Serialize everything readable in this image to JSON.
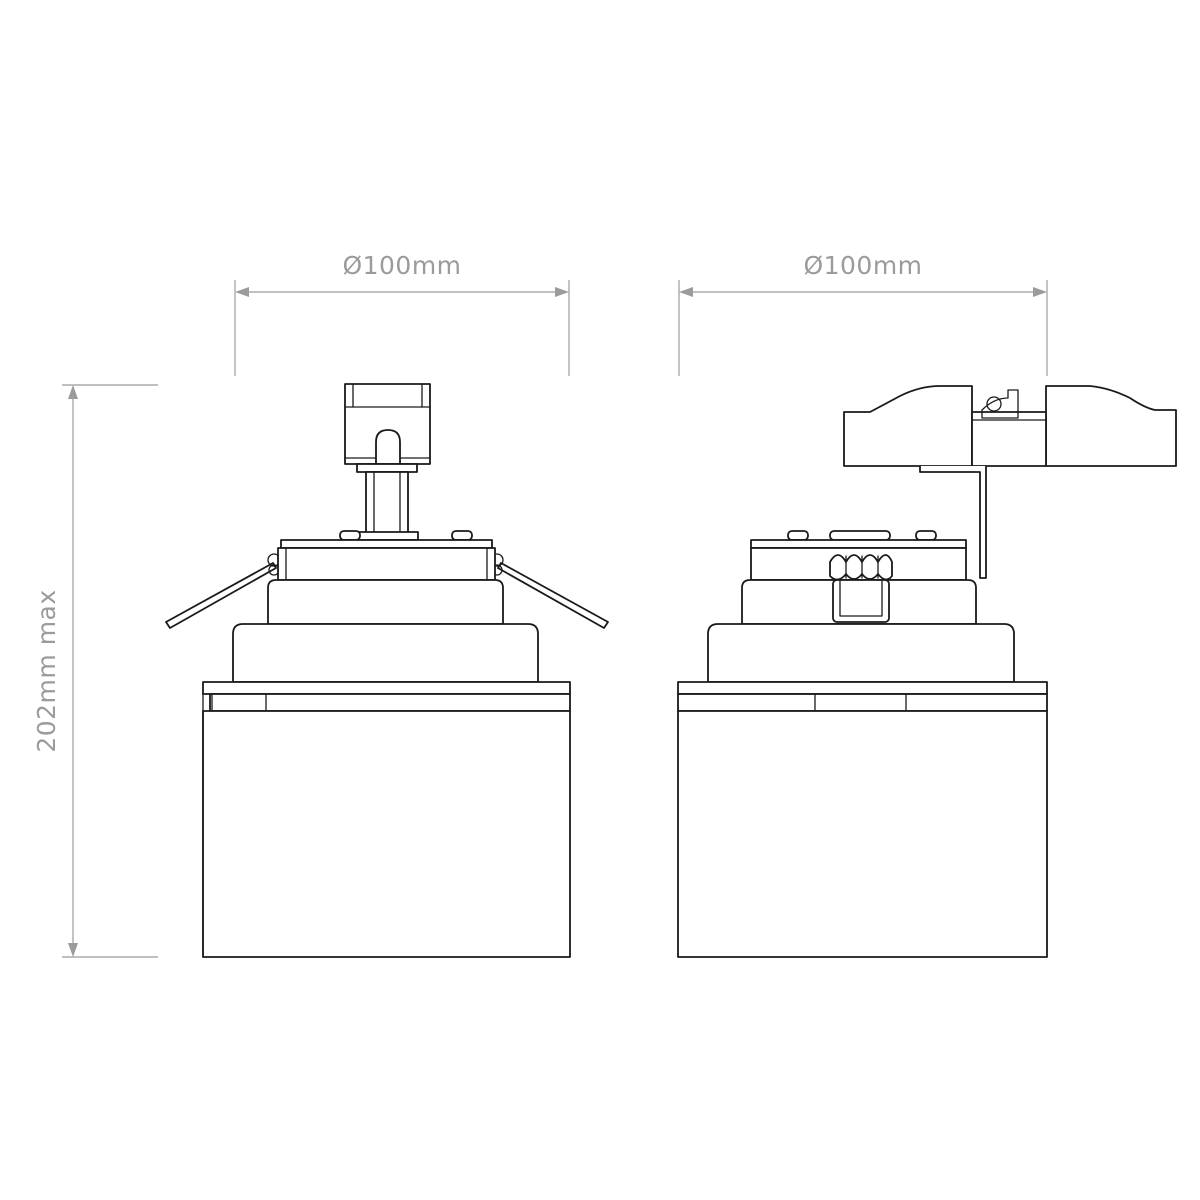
{
  "dimensions": {
    "left_width": "Ø100mm",
    "right_width": "Ø100mm",
    "height": "202mm max"
  },
  "colors": {
    "dimension": "#9b9b9b",
    "outline": "#1a1a1a",
    "background": "#ffffff"
  }
}
